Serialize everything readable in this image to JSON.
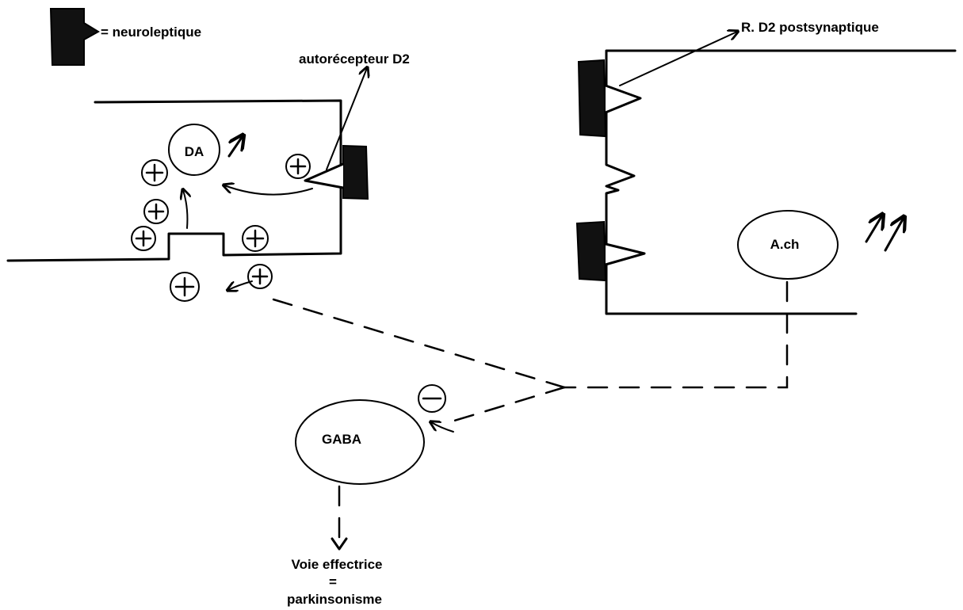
{
  "legend": {
    "text": "= neuroleptique"
  },
  "labels": {
    "autoreceptor": "autorécepteur D2",
    "postsynaptic_receptor": "R. D2 postsynaptique",
    "dopamine": "DA",
    "acetylcholine": "A.ch",
    "gaba": "GABA",
    "effector_line1": "Voie effectrice",
    "effector_line2": "=",
    "effector_line3": "parkinsonisme"
  },
  "icons": {
    "plus": "plus-circle-icon",
    "minus": "minus-circle-icon",
    "neuroleptic": "neuroleptic-block-icon",
    "increase": "double-up-arrow-icon"
  }
}
